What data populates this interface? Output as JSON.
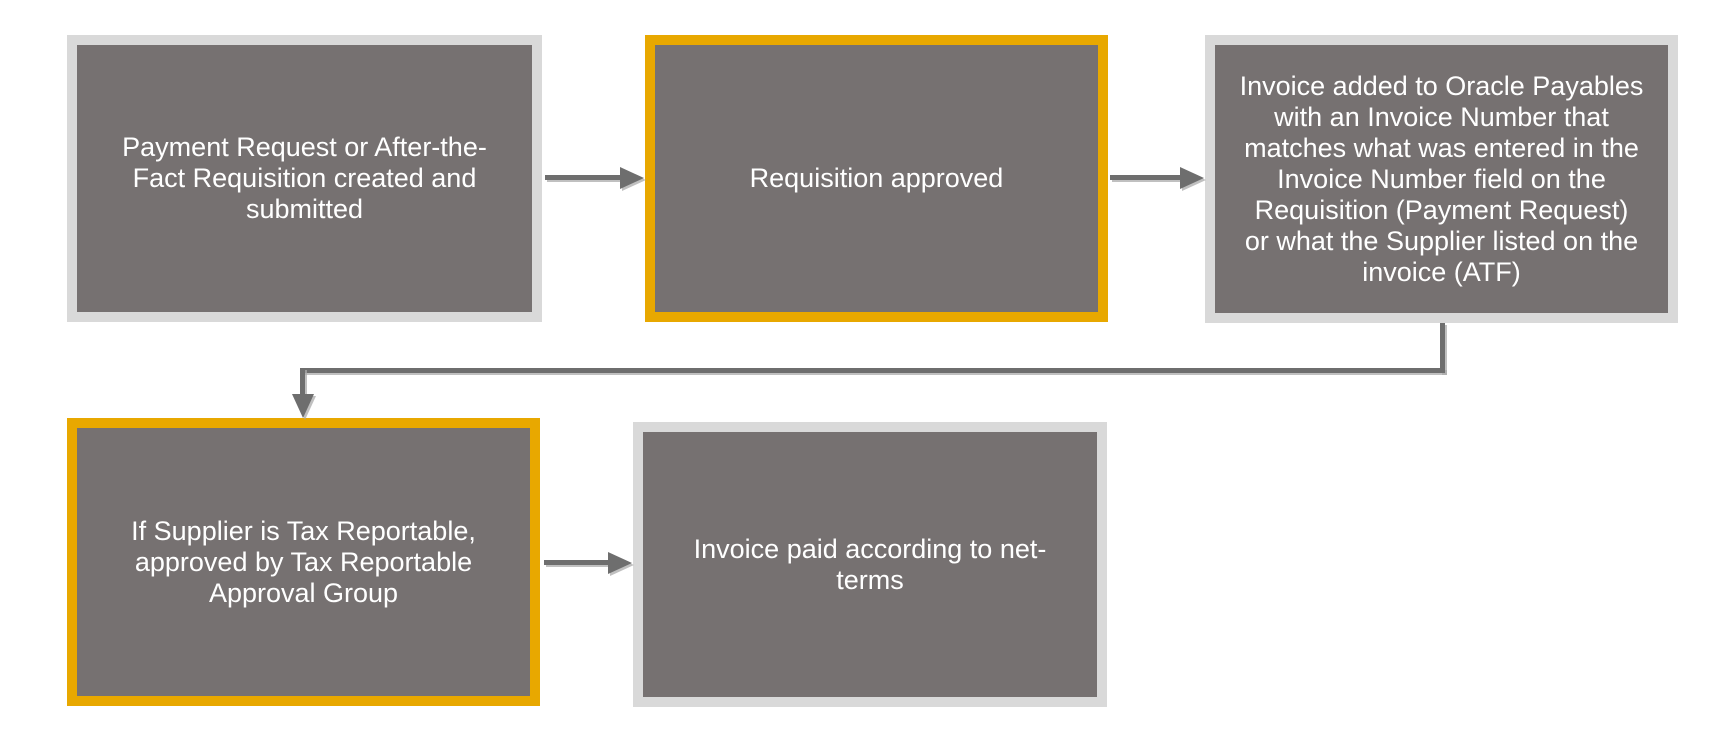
{
  "diagram": {
    "type": "flowchart",
    "background": "#ffffff"
  },
  "colors": {
    "node_fill": "#767171",
    "node_text": "#ffffff",
    "border_default": "#d9d9d9",
    "border_highlight": "#e8a800",
    "connector": "#6e6e6e"
  },
  "flowchart": {
    "nodes": [
      {
        "id": "payment-request-created",
        "text": "Payment Request or After-the-\nFact Requisition created and\nsubmitted",
        "border": "default"
      },
      {
        "id": "requisition-approved",
        "text": "Requisition approved",
        "border": "highlight"
      },
      {
        "id": "invoice-added-oracle-payables",
        "text": "Invoice added to Oracle Payables\nwith an Invoice Number that\nmatches what was entered in the\nInvoice Number field on the\nRequisition (Payment Request)\nor what the Supplier listed on the\ninvoice (ATF)",
        "border": "default"
      },
      {
        "id": "tax-reportable-approval",
        "text": "If Supplier is Tax Reportable,\napproved by Tax Reportable\nApproval Group",
        "border": "highlight"
      },
      {
        "id": "invoice-paid-net-terms",
        "text": "Invoice paid according to net-\nterms",
        "border": "default"
      }
    ],
    "edges": [
      {
        "from": "payment-request-created",
        "to": "requisition-approved",
        "type": "straight-arrow",
        "direction": "right"
      },
      {
        "from": "requisition-approved",
        "to": "invoice-added-oracle-payables",
        "type": "straight-arrow",
        "direction": "right"
      },
      {
        "from": "invoice-added-oracle-payables",
        "to": "tax-reportable-approval",
        "type": "elbow-arrow",
        "direction": "down-left-down"
      },
      {
        "from": "tax-reportable-approval",
        "to": "invoice-paid-net-terms",
        "type": "straight-arrow",
        "direction": "right"
      }
    ]
  }
}
